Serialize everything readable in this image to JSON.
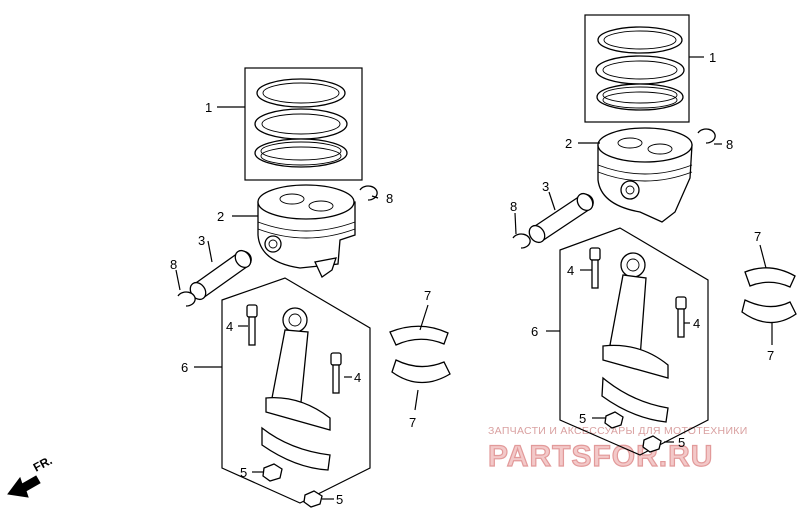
{
  "diagram": {
    "callouts": {
      "left": {
        "piston_rings": "1",
        "piston": "2",
        "piston_pin": "3",
        "pin_clip_upper": "8",
        "pin_clip_lower": "8",
        "rod_bolt_left": "4",
        "rod_bolt_right": "4",
        "connecting_rod": "6",
        "nut_upper": "5",
        "nut_lower": "5",
        "bearing_upper": "7",
        "bearing_lower": "7"
      },
      "right": {
        "piston_rings": "1",
        "piston": "2",
        "piston_pin": "3",
        "pin_clip_upper": "8",
        "pin_clip_lower": "8",
        "rod_bolt_left": "4",
        "rod_bolt_right": "4",
        "connecting_rod": "6",
        "nut_upper": "5",
        "nut_lower": "5",
        "bearing_upper": "7",
        "bearing_lower": "7"
      }
    },
    "direction_label": "FR.",
    "watermark": {
      "subtitle": "ЗАПЧАСТИ И АКСЕССУАРЫ ДЛЯ МОТОТЕХНИКИ",
      "brand": "PARTSFOR.RU"
    }
  }
}
